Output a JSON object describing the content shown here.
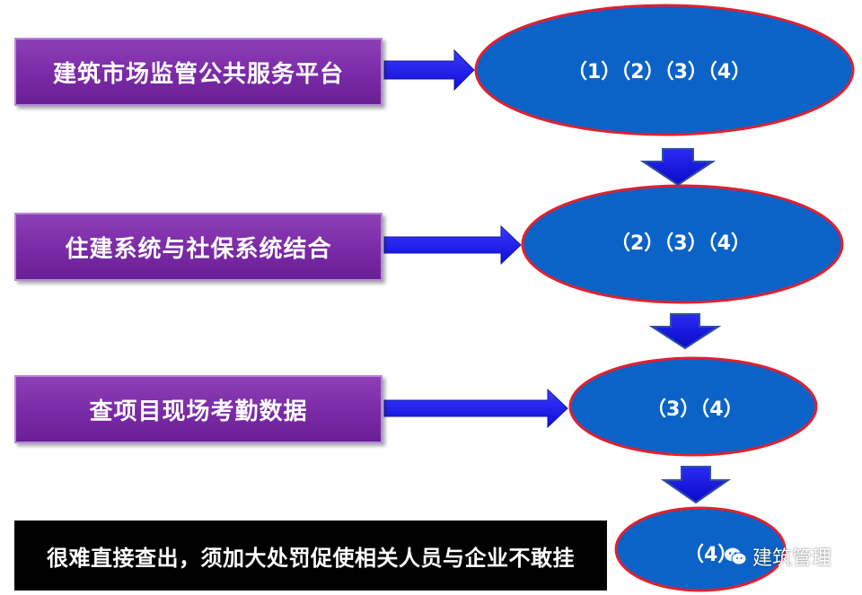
{
  "flow": {
    "steps": [
      {
        "label": "建筑市场监管公共服务平台",
        "result": "（1）（2）（3）（4）"
      },
      {
        "label": "住建系统与社保系统结合",
        "result": "（2）（3）（4）"
      },
      {
        "label": "查项目现场考勤数据",
        "result": "（3）（4）"
      }
    ],
    "conclusion": "很难直接查出，须加大处罚促使相关人员与企业不敢挂",
    "final_result": "（4）"
  },
  "watermark": {
    "text": "建筑管理",
    "icon": "wechat-icon"
  },
  "colors": {
    "box_fill": "#7a2aa6",
    "ellipse_fill": "#0b63c8",
    "ellipse_stroke": "#e02030",
    "arrow_fill": "#1515ee",
    "conclusion_fill": "#000000"
  }
}
